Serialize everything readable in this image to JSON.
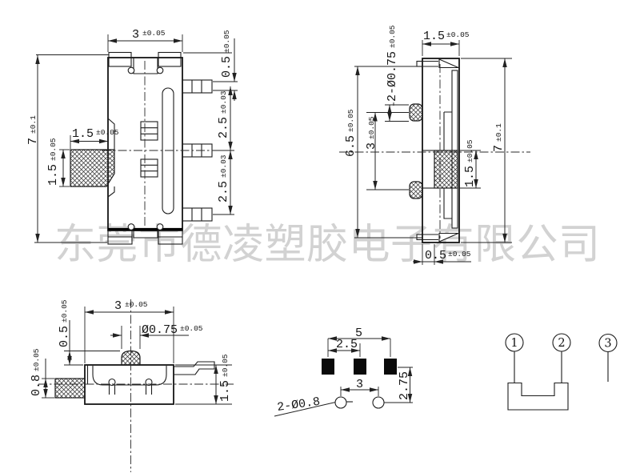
{
  "watermark": "东莞市德凌塑胶电子有限公司",
  "front_view": {
    "width": {
      "v": "3",
      "t": "±0.05"
    },
    "height": {
      "v": "7",
      "t": "±0.1"
    },
    "pin_top_offset": {
      "v": "0.5",
      "t": "±0.05"
    },
    "pin_pitch_upper": {
      "v": "2.5",
      "t": "±0.03"
    },
    "pin_pitch_lower": {
      "v": "2.5",
      "t": "±0.03"
    },
    "knob_width": {
      "v": "1.5",
      "t": "±0.05"
    },
    "knob_height": {
      "v": "1.5",
      "t": "±0.05"
    }
  },
  "side_view": {
    "width": {
      "v": "1.5",
      "t": "±0.05"
    },
    "pegs": {
      "v": "2-Ø0.75",
      "t": "±0.05"
    },
    "inner_height": {
      "v": "6.5",
      "t": "±0.05"
    },
    "peg_pitch": {
      "v": "3",
      "t": "±0.05"
    },
    "height": {
      "v": "7",
      "t": "±0.1"
    },
    "knob_height": {
      "v": "1.5",
      "t": "±0.05"
    },
    "tab_offset": {
      "v": "0.5",
      "t": "±0.05"
    }
  },
  "top_view": {
    "width": {
      "v": "3",
      "t": "±0.05"
    },
    "peg_offset": {
      "v": "0.5",
      "t": "±0.05"
    },
    "peg_diameter": {
      "v": "Ø0.75",
      "t": "±0.05"
    },
    "knob_thickness": {
      "v": "0.8",
      "t": "±0.05"
    },
    "depth": {
      "v": "1.5",
      "t": "±0.05"
    }
  },
  "pad_layout": {
    "span": {
      "v": "5"
    },
    "pad_pitch": {
      "v": "2.5"
    },
    "hole_pitch": {
      "v": "3"
    },
    "row_offset": {
      "v": "2.75"
    },
    "holes": {
      "v": "2-Ø0.8"
    }
  },
  "schematic": {
    "terminal_1": "1",
    "terminal_2": "2",
    "terminal_3": "3"
  },
  "colors": {
    "line": "#1c1c1c",
    "watermark": "#c8c8c8",
    "pad_fill": "#0a0a0a"
  }
}
